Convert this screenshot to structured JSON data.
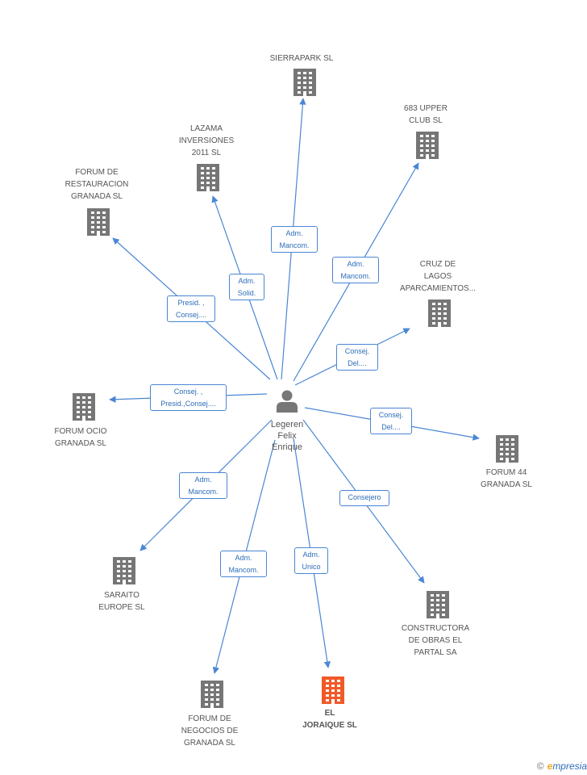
{
  "colors": {
    "edge": "#4a86d4",
    "company": "#767676",
    "company_highlight": "#f05a28",
    "person": "#777777"
  },
  "center": {
    "name": "Legeren\nFelix\nEnrique",
    "icon": "person-icon"
  },
  "companies": [
    {
      "id": "sierrapark",
      "name": "SIERRAPARK SL",
      "icon": "building-icon",
      "highlight": false
    },
    {
      "id": "upper683",
      "name": "683 UPPER\nCLUB SL",
      "icon": "building-icon",
      "highlight": false
    },
    {
      "id": "lazama",
      "name": "LAZAMA\nINVERSIONES\n2011 SL",
      "icon": "building-icon",
      "highlight": false
    },
    {
      "id": "forum_restauracion",
      "name": "FORUM DE\nRESTAURACION\nGRANADA SL",
      "icon": "building-icon",
      "highlight": false
    },
    {
      "id": "cruz_lagos",
      "name": "CRUZ DE\nLAGOS\nAPARCAMIENTOS...",
      "icon": "building-icon",
      "highlight": false
    },
    {
      "id": "forum_ocio",
      "name": "FORUM OCIO\nGRANADA SL",
      "icon": "building-icon",
      "highlight": false
    },
    {
      "id": "forum44",
      "name": "FORUM 44\nGRANADA SL",
      "icon": "building-icon",
      "highlight": false
    },
    {
      "id": "saraito",
      "name": "SARAITO\nEUROPE SL",
      "icon": "building-icon",
      "highlight": false
    },
    {
      "id": "constructora",
      "name": "CONSTRUCTORA\nDE OBRAS EL\nPARTAL SA",
      "icon": "building-icon",
      "highlight": false
    },
    {
      "id": "forum_negocios",
      "name": "FORUM DE\nNEGOCIOS DE\nGRANADA SL",
      "icon": "building-icon",
      "highlight": false
    },
    {
      "id": "joraique",
      "name": "EL\nJORAIQUE SL",
      "icon": "building-icon",
      "highlight": true
    }
  ],
  "relations": [
    {
      "to": "sierrapark",
      "label": "Adm.\nMancom."
    },
    {
      "to": "upper683",
      "label": "Adm.\nMancom."
    },
    {
      "to": "lazama",
      "label": "Adm.\nSolid."
    },
    {
      "to": "forum_restauracion",
      "label": "Presid. ,\nConsej...."
    },
    {
      "to": "cruz_lagos",
      "label": "Consej.\nDel...."
    },
    {
      "to": "forum_ocio",
      "label": "Consej. ,\nPresid.,Consej...."
    },
    {
      "to": "forum44",
      "label": "Consej.\nDel...."
    },
    {
      "to": "saraito",
      "label": "Adm.\nMancom."
    },
    {
      "to": "constructora",
      "label": "Consejero"
    },
    {
      "to": "forum_negocios",
      "label": "Adm.\nMancom."
    },
    {
      "to": "joraique",
      "label": "Adm.\nUnico"
    }
  ],
  "footer": {
    "copyright": "©",
    "brand_initial": "e",
    "brand_rest": "mpresia"
  }
}
